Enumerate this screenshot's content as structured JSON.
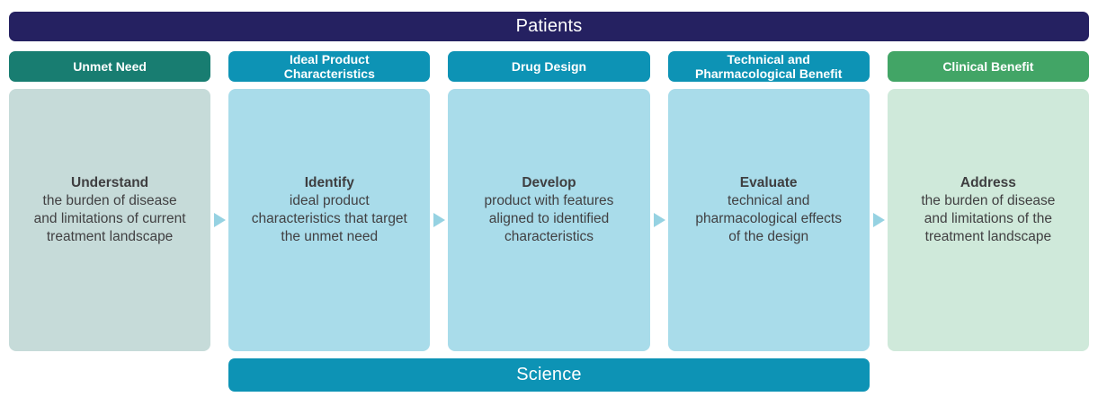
{
  "banner": {
    "label": "Patients"
  },
  "footer": {
    "label": "Science"
  },
  "colors": {
    "patients_navy": "#252161",
    "science_blue": "#0d93b5",
    "teal_header": "#187d71",
    "blue_header": "#0d93b5",
    "green_header": "#42a566",
    "box_muted_teal": "#c6dbd9",
    "box_light_blue": "#a9dcea",
    "box_light_green": "#cfe9da",
    "arrow": "#96d2e2",
    "body_text": "#414042"
  },
  "columns": [
    {
      "header": "Unmet Need",
      "header_color": "#187d71",
      "box_color": "#c6dbd9",
      "action": "Understand",
      "description": "the burden of disease\nand limitations of current\ntreatment landscape"
    },
    {
      "header": "Ideal Product\nCharacteristics",
      "header_color": "#0d93b5",
      "box_color": "#a9dcea",
      "action": "Identify",
      "description": "ideal product\ncharacteristics that target\nthe unmet need"
    },
    {
      "header": "Drug Design",
      "header_color": "#0d93b5",
      "box_color": "#a9dcea",
      "action": "Develop",
      "description": "product with features\naligned to identified\ncharacteristics"
    },
    {
      "header": "Technical and\nPharmacological Benefit",
      "header_color": "#0d93b5",
      "box_color": "#a9dcea",
      "action": "Evaluate",
      "description": "technical and\npharmacological effects\nof the design"
    },
    {
      "header": "Clinical Benefit",
      "header_color": "#42a566",
      "box_color": "#cfe9da",
      "action": "Address",
      "description": "the burden of disease\nand limitations of the\ntreatment landscape"
    }
  ]
}
